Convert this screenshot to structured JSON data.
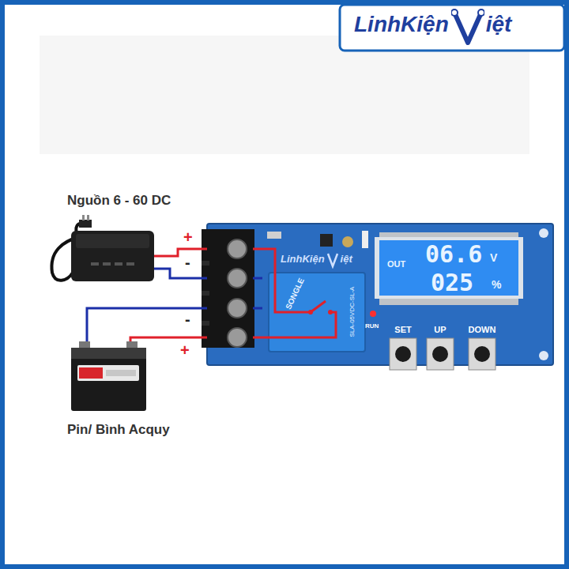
{
  "diagram": {
    "nodes": [
      {
        "text": [
          "Nguồn 6 - 60 DC"
        ]
      },
      {
        "text": [
          "SET",
          "UP",
          "DOWN"
        ]
      },
      {
        "text": [
          "Pin/ Bình Acquy"
        ]
      }
    ],
    "edges": [
      {
        "from": 0,
        "to": 1,
        "arrow": "none",
        "label": "+"
      },
      {
        "from": 0,
        "to": 1,
        "arrow": "none",
        "label": "-"
      },
      {
        "from": 2,
        "to": 1,
        "arrow": "none",
        "label": "-"
      },
      {
        "from": 2,
        "to": 1,
        "arrow": "none",
        "label": "+"
      }
    ],
    "labels": [
      "LinhKiện",
      "iệt",
      "LinhKiện",
      "iệt",
      "OUT",
      "06.6",
      "V",
      "025",
      "%",
      "RUN",
      "SONGLE",
      "SLA-05VDC-SL-A"
    ]
  }
}
